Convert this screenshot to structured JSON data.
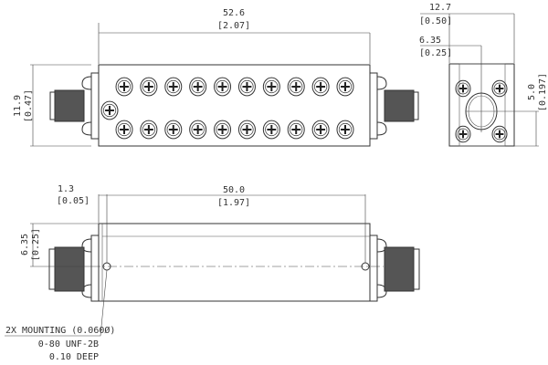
{
  "top_view": {
    "length_mm": "52.6",
    "length_in": "[2.07]",
    "height_mm": "11.9",
    "height_in": "[0.47]",
    "screws_top_row": 10,
    "screws_bottom_row": 10,
    "screws_side": 1
  },
  "end_view": {
    "width_mm": "12.7",
    "width_in": "[0.50]",
    "center_mm": "6.35",
    "center_in": "[0.25]",
    "height_mm": "5.0",
    "height_in": "[0.197]"
  },
  "bottom_view": {
    "offset_mm": "1.3",
    "offset_in": "[0.05]",
    "hole_spacing_mm": "50.0",
    "hole_spacing_in": "[1.97]",
    "center_mm": "6.35",
    "center_in": "[0.25]"
  },
  "note": {
    "line1": "2X MOUNTING (0.060Ø)",
    "line2": "0-80 UNF-2B",
    "line3": "0.10 DEEP"
  }
}
